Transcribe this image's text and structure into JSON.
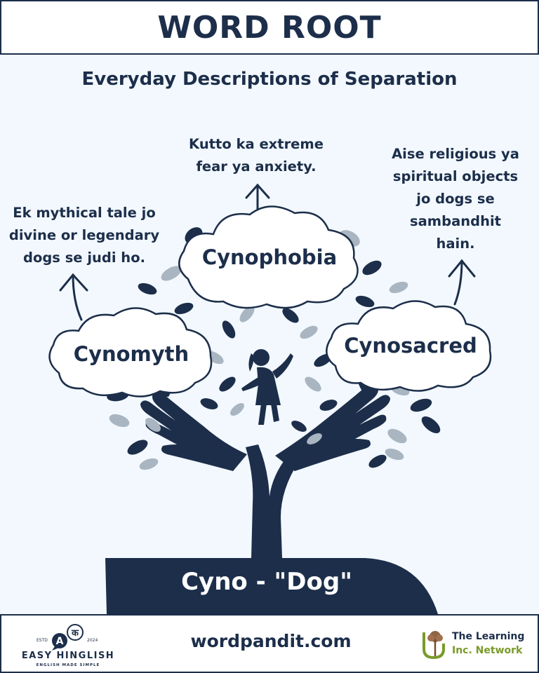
{
  "header": {
    "title": "WORD ROOT"
  },
  "subtitle": "Everyday Descriptions of Separation",
  "root": {
    "label": "Cyno - \"Dog\""
  },
  "branches": {
    "top": {
      "word": "Cynophobia",
      "description_lines": [
        "Kutto ka extreme",
        "fear ya anxiety."
      ]
    },
    "left": {
      "word": "Cynomyth",
      "description_lines": [
        "Ek mythical tale jo",
        "divine or legendary",
        "dogs se judi ho."
      ]
    },
    "right": {
      "word": "Cynosacred",
      "description_lines": [
        "Aise religious ya",
        "spiritual objects",
        "jo dogs se",
        "sambandhit",
        "hain."
      ]
    }
  },
  "footer": {
    "site": "wordpandit.com",
    "easy_hinglish": {
      "name": "EASY HINGLISH",
      "tagline": "ENGLISH MADE SIMPLE",
      "estd": "ESTD",
      "year": "2024",
      "badge_a": "A",
      "badge_k": "क"
    },
    "learning_network": {
      "line1": "The Learning",
      "line2": "Inc. Network"
    }
  },
  "colors": {
    "navy": "#1c2e4a",
    "background": "#f2f8fd",
    "grey_leaf": "#a9b6c2",
    "green": "#7a9a2a",
    "brown": "#7a4a26"
  }
}
